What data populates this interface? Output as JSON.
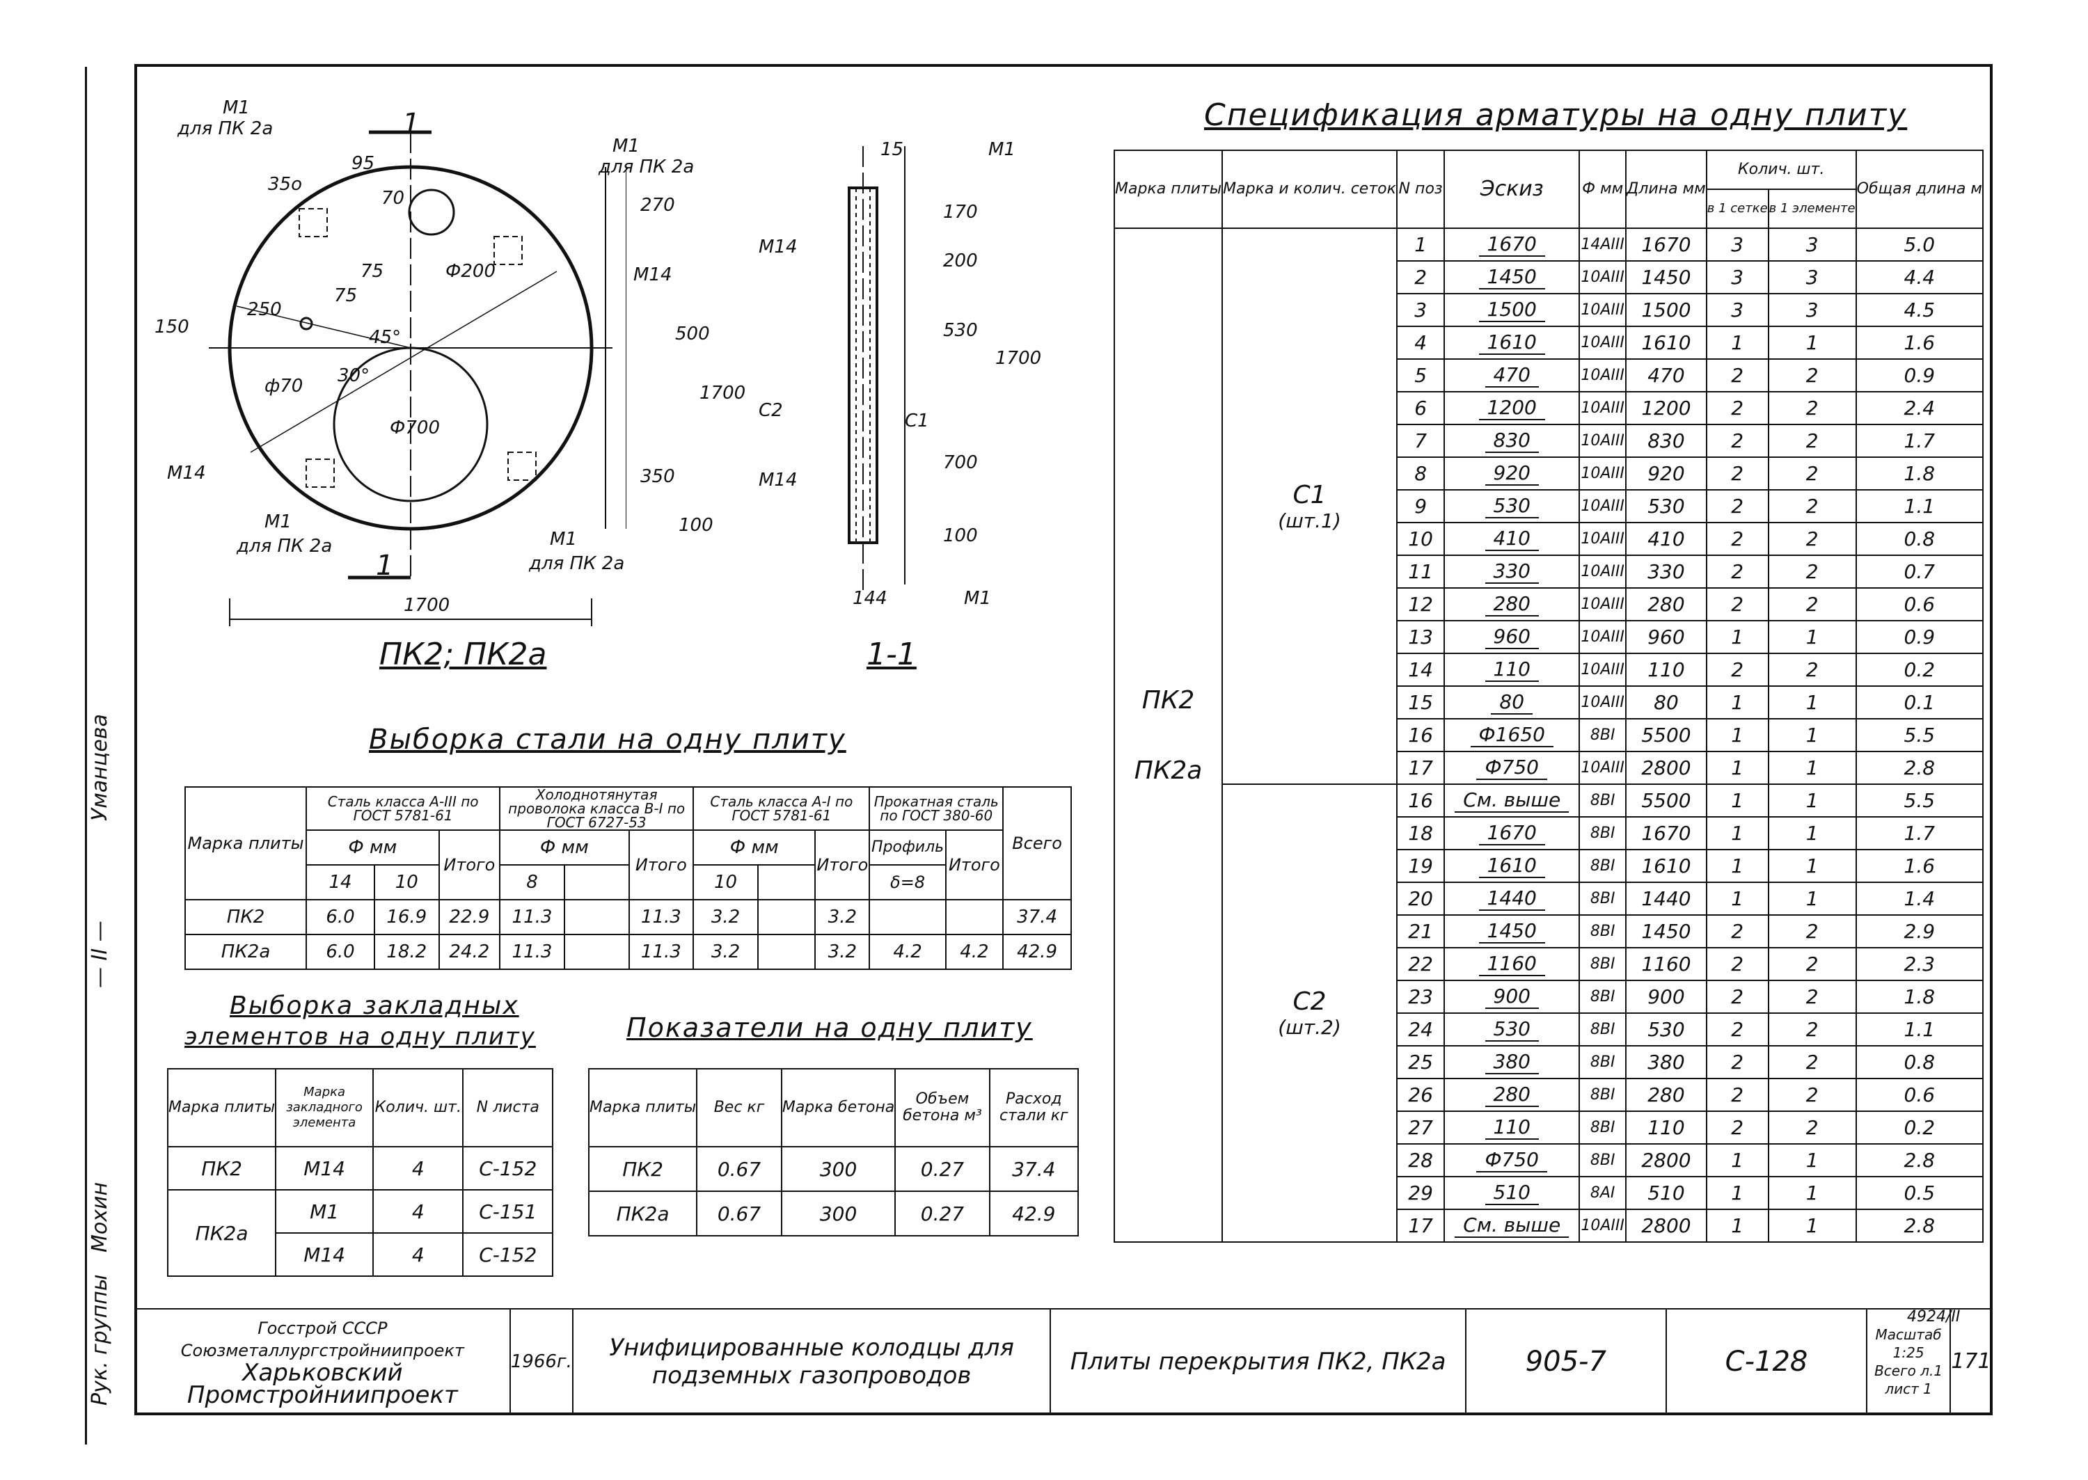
{
  "drawing": {
    "plan_caption": "ПК2; ПК2а",
    "section_caption": "1-1",
    "section_mark": "1",
    "labels": {
      "m1": "М1",
      "m1_for": "для ПК 2а",
      "m14": "М14",
      "c1": "С1",
      "c2": "С2"
    },
    "plan_dims": [
      "35о",
      "95",
      "70",
      "250",
      "75",
      "75",
      "45°",
      "30°",
      "270",
      "Ф200",
      "500",
      "ф70",
      "Ф700",
      "350",
      "100",
      "1700",
      "1700",
      "150"
    ],
    "section_dims": [
      "15",
      "170",
      "200",
      "530",
      "700",
      "100",
      "144",
      "1700"
    ]
  },
  "spec": {
    "title": "Спецификация арматуры на одну плиту",
    "headers": {
      "mark": "Марка плиты",
      "mesh": "Марка и колич. сеток",
      "pos": "N поз",
      "sketch": "Эскиз",
      "phi": "Ф мм",
      "length": "Длина мм",
      "qty": "Колич. шт.",
      "qty_mesh": "в 1 сетке",
      "qty_el": "в 1 элементе",
      "total": "Общая длина м"
    },
    "plate": "ПК2",
    "plate2": "ПК2а",
    "mesh1": "С1",
    "mesh1_count": "(шт.1)",
    "mesh2": "С2",
    "mesh2_count": "(шт.2)",
    "rows_c1": [
      [
        "1",
        "1670",
        "14АIII",
        "1670",
        "3",
        "3",
        "5.0"
      ],
      [
        "2",
        "1450",
        "10АIII",
        "1450",
        "3",
        "3",
        "4.4"
      ],
      [
        "3",
        "1500",
        "10АIII",
        "1500",
        "3",
        "3",
        "4.5"
      ],
      [
        "4",
        "1610",
        "10АIII",
        "1610",
        "1",
        "1",
        "1.6"
      ],
      [
        "5",
        "470",
        "10АIII",
        "470",
        "2",
        "2",
        "0.9"
      ],
      [
        "6",
        "1200",
        "10АIII",
        "1200",
        "2",
        "2",
        "2.4"
      ],
      [
        "7",
        "830",
        "10АIII",
        "830",
        "2",
        "2",
        "1.7"
      ],
      [
        "8",
        "920",
        "10АIII",
        "920",
        "2",
        "2",
        "1.8"
      ],
      [
        "9",
        "530",
        "10АIII",
        "530",
        "2",
        "2",
        "1.1"
      ],
      [
        "10",
        "410",
        "10АIII",
        "410",
        "2",
        "2",
        "0.8"
      ],
      [
        "11",
        "330",
        "10АIII",
        "330",
        "2",
        "2",
        "0.7"
      ],
      [
        "12",
        "280",
        "10АIII",
        "280",
        "2",
        "2",
        "0.6"
      ],
      [
        "13",
        "960",
        "10АIII",
        "960",
        "1",
        "1",
        "0.9"
      ],
      [
        "14",
        "110",
        "10АIII",
        "110",
        "2",
        "2",
        "0.2"
      ],
      [
        "15",
        "80",
        "10АIII",
        "80",
        "1",
        "1",
        "0.1"
      ],
      [
        "16",
        "Ф1650",
        "8ВI",
        "5500",
        "1",
        "1",
        "5.5"
      ],
      [
        "17",
        "Ф750",
        "10АIII",
        "2800",
        "1",
        "1",
        "2.8"
      ]
    ],
    "rows_c2": [
      [
        "16",
        "См. выше",
        "8ВI",
        "5500",
        "1",
        "1",
        "5.5"
      ],
      [
        "18",
        "1670",
        "8ВI",
        "1670",
        "1",
        "1",
        "1.7"
      ],
      [
        "19",
        "1610",
        "8ВI",
        "1610",
        "1",
        "1",
        "1.6"
      ],
      [
        "20",
        "1440",
        "8ВI",
        "1440",
        "1",
        "1",
        "1.4"
      ],
      [
        "21",
        "1450",
        "8ВI",
        "1450",
        "2",
        "2",
        "2.9"
      ],
      [
        "22",
        "1160",
        "8ВI",
        "1160",
        "2",
        "2",
        "2.3"
      ],
      [
        "23",
        "900",
        "8ВI",
        "900",
        "2",
        "2",
        "1.8"
      ],
      [
        "24",
        "530",
        "8ВI",
        "530",
        "2",
        "2",
        "1.1"
      ],
      [
        "25",
        "380",
        "8ВI",
        "380",
        "2",
        "2",
        "0.8"
      ],
      [
        "26",
        "280",
        "8ВI",
        "280",
        "2",
        "2",
        "0.6"
      ],
      [
        "27",
        "110",
        "8ВI",
        "110",
        "2",
        "2",
        "0.2"
      ],
      [
        "28",
        "Ф750",
        "8ВI",
        "2800",
        "1",
        "1",
        "2.8"
      ],
      [
        "29",
        "510",
        "8АI",
        "510",
        "1",
        "1",
        "0.5"
      ],
      [
        "17",
        "См. выше",
        "10АIII",
        "2800",
        "1",
        "1",
        "2.8"
      ]
    ]
  },
  "steel": {
    "title": "Выборка стали на одну плиту",
    "h_mark": "Марка плиты",
    "h_a3": "Сталь класса А-III по ГОСТ 5781-61",
    "h_cold": "Холоднотянутая проволока класса В-I по ГОСТ 6727-53",
    "h_a1": "Сталь класса А-I по ГОСТ 5781-61",
    "h_rolled": "Прокатная сталь по ГОСТ 380-60",
    "h_total": "Всего",
    "h_phi": "Ф мм",
    "h_profile": "Профиль",
    "h_itogo": "Итого",
    "d14": "14",
    "d10": "10",
    "d8": "8",
    "d10b": "10",
    "delta": "δ=8",
    "rows": [
      [
        "ПК2",
        "6.0",
        "16.9",
        "22.9",
        "11.3",
        "11.3",
        "3.2",
        "3.2",
        "",
        "",
        "37.4"
      ],
      [
        "ПК2а",
        "6.0",
        "18.2",
        "24.2",
        "11.3",
        "11.3",
        "3.2",
        "3.2",
        "4.2",
        "4.2",
        "42.9"
      ]
    ]
  },
  "embedded": {
    "title1": "Выборка закладных",
    "title2": "элементов на одну плиту",
    "h_mark": "Марка плиты",
    "h_el": "Марка закладного элемента",
    "h_qty": "Колич. шт.",
    "h_sheet": "N листа",
    "rows": [
      [
        "ПК2",
        "М14",
        "4",
        "С-152"
      ],
      [
        "ПК2а",
        "М1",
        "4",
        "С-151"
      ],
      [
        "",
        "М14",
        "4",
        "С-152"
      ]
    ]
  },
  "indicators": {
    "title": "Показатели на одну плиту",
    "h_mark": "Марка плиты",
    "h_weight": "Вес кг",
    "h_concrete": "Марка бетона",
    "h_volume": "Объем бетона м³",
    "h_steel": "Расход стали кг",
    "rows": [
      [
        "ПК2",
        "0.67",
        "300",
        "0.27",
        "37.4"
      ],
      [
        "ПК2а",
        "0.67",
        "300",
        "0.27",
        "42.9"
      ]
    ]
  },
  "stamp": {
    "org1": "Госстрой СССР",
    "org2": "Союзметаллургстройниипроект",
    "org3": "Харьковский",
    "org4": "Промстройниипроект",
    "year": "1966г.",
    "project": "Унифицированные колодцы для подземных газопроводов",
    "sheet_title": "Плиты перекрытия ПК2, ПК2а",
    "series": "905-7",
    "sheet_code": "С-128",
    "scale": "Масштаб 1:25",
    "sheets": "Всего л.1 лист 1",
    "number": "171",
    "inv": "4924/II"
  },
  "side": {
    "roles": "Рук. группы",
    "name1": "Мохин",
    "name2": "Уманцева",
    "mark": "— II —"
  }
}
